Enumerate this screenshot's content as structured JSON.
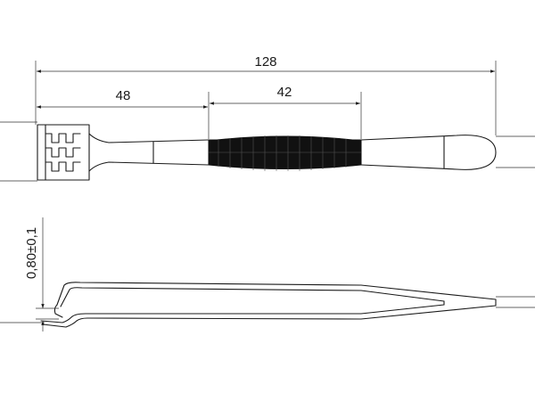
{
  "drawing": {
    "type": "technical-drawing",
    "subject": "tweezers",
    "views": [
      "top-view",
      "side-view"
    ],
    "dimensions": {
      "overall_length": "128",
      "tip_to_grip": "48",
      "grip_length": "42",
      "tip_thickness": "0,80±0,1"
    },
    "colors": {
      "line": "#1a1a1a",
      "grip": "#111111",
      "background": "#ffffff"
    }
  }
}
